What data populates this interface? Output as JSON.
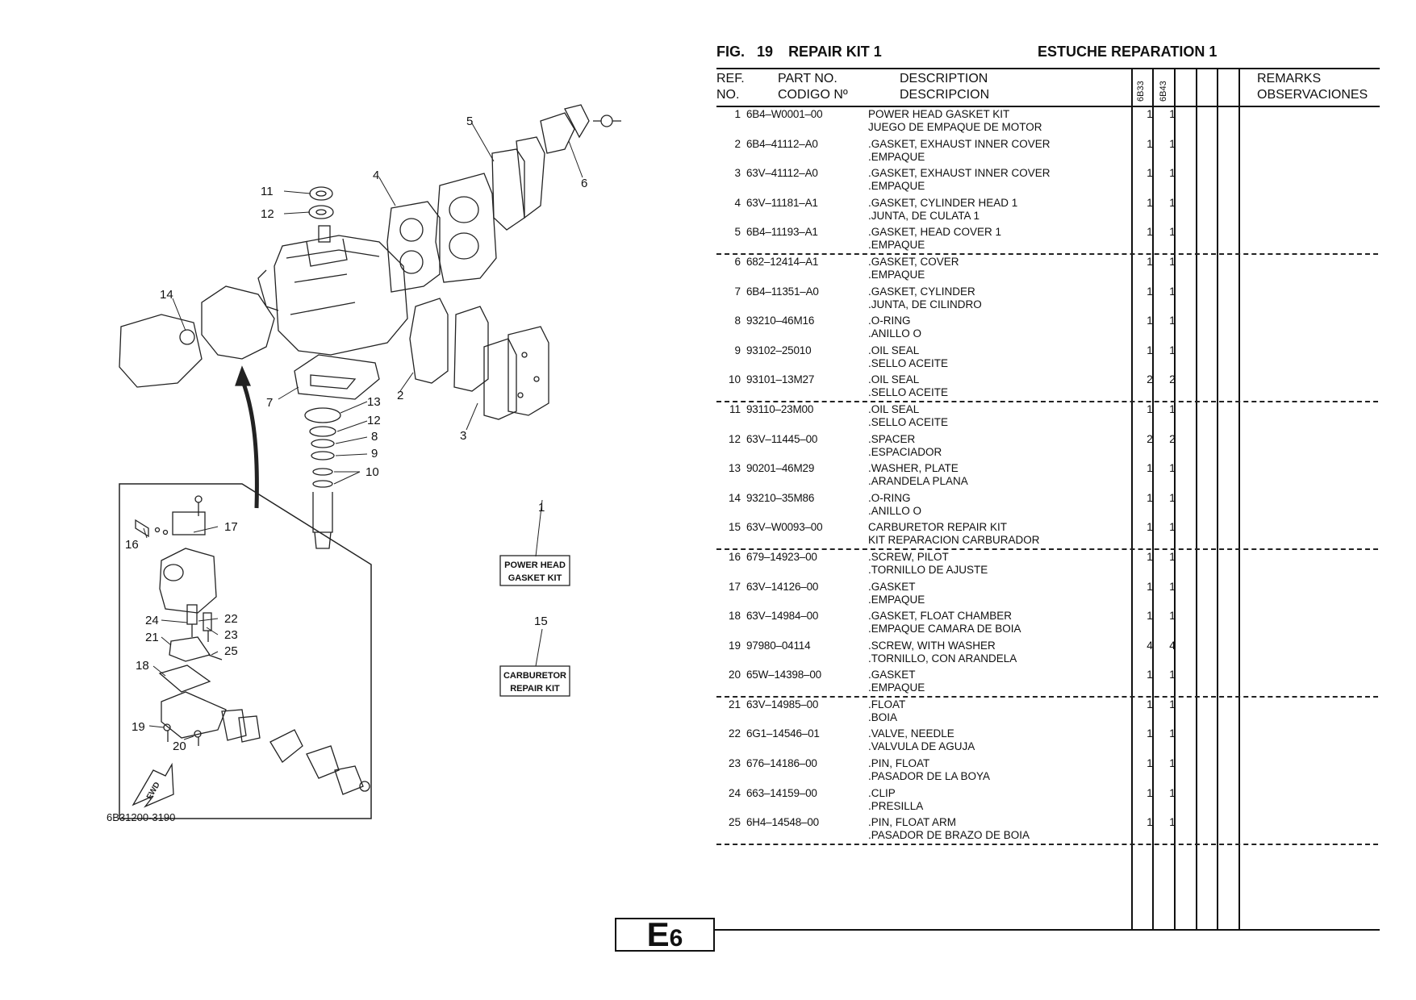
{
  "diagram": {
    "callouts": [
      "1",
      "2",
      "3",
      "4",
      "5",
      "6",
      "7",
      "8",
      "9",
      "10",
      "11",
      "12",
      "13",
      "12",
      "14",
      "15",
      "16",
      "17",
      "18",
      "19",
      "20",
      "21",
      "22",
      "23",
      "24",
      "25",
      "10"
    ],
    "kit_box_1": {
      "line1": "POWER HEAD",
      "line2": "GASKET KIT"
    },
    "kit_box_15": {
      "line1": "CARBURETOR",
      "line2": "REPAIR KIT"
    },
    "fwd_label": "FWD",
    "drawing_code": "6B31200-3190"
  },
  "header": {
    "fig_label": "FIG.",
    "fig_number": "19",
    "title_en": "REPAIR KIT 1",
    "title_es": "ESTUCHE REPARATION 1"
  },
  "columns": {
    "ref_1": "REF.",
    "ref_2": "NO.",
    "part_1": "PART NO.",
    "part_2": "CODIGO Nº",
    "desc_1": "DESCRIPTION",
    "desc_2": "DESCRIPCION",
    "model_1": "6B33",
    "model_2": "6B43",
    "remarks_1": "REMARKS",
    "remarks_2": "OBSERVACIONES"
  },
  "parts": [
    {
      "ref": "1",
      "part_no": "6B4–W0001–00",
      "desc_en": "POWER HEAD GASKET KIT",
      "desc_es": "JUEGO DE EMPAQUE DE MOTOR",
      "q1": "1",
      "q2": "1"
    },
    {
      "ref": "2",
      "part_no": "6B4–41112–A0",
      "desc_en": ".GASKET, EXHAUST INNER COVER",
      "desc_es": ".EMPAQUE",
      "q1": "1",
      "q2": "1"
    },
    {
      "ref": "3",
      "part_no": "63V–41112–A0",
      "desc_en": ".GASKET, EXHAUST INNER COVER",
      "desc_es": ".EMPAQUE",
      "q1": "1",
      "q2": "1"
    },
    {
      "ref": "4",
      "part_no": "63V–11181–A1",
      "desc_en": ".GASKET, CYLINDER HEAD 1",
      "desc_es": ".JUNTA, DE CULATA 1",
      "q1": "1",
      "q2": "1"
    },
    {
      "ref": "5",
      "part_no": "6B4–11193–A1",
      "desc_en": ".GASKET, HEAD COVER 1",
      "desc_es": ".EMPAQUE",
      "q1": "1",
      "q2": "1"
    },
    {
      "ref": "6",
      "part_no": "682–12414–A1",
      "desc_en": ".GASKET, COVER",
      "desc_es": ".EMPAQUE",
      "q1": "1",
      "q2": "1"
    },
    {
      "ref": "7",
      "part_no": "6B4–11351–A0",
      "desc_en": ".GASKET, CYLINDER",
      "desc_es": ".JUNTA, DE CILINDRO",
      "q1": "1",
      "q2": "1"
    },
    {
      "ref": "8",
      "part_no": "93210–46M16",
      "desc_en": ".O-RING",
      "desc_es": ".ANILLO O",
      "q1": "1",
      "q2": "1"
    },
    {
      "ref": "9",
      "part_no": "93102–25010",
      "desc_en": ".OIL SEAL",
      "desc_es": ".SELLO ACEITE",
      "q1": "1",
      "q2": "1"
    },
    {
      "ref": "10",
      "part_no": "93101–13M27",
      "desc_en": ".OIL SEAL",
      "desc_es": ".SELLO ACEITE",
      "q1": "2",
      "q2": "2"
    },
    {
      "ref": "11",
      "part_no": "93110–23M00",
      "desc_en": ".OIL SEAL",
      "desc_es": ".SELLO ACEITE",
      "q1": "1",
      "q2": "1"
    },
    {
      "ref": "12",
      "part_no": "63V–11445–00",
      "desc_en": ".SPACER",
      "desc_es": ".ESPACIADOR",
      "q1": "2",
      "q2": "2"
    },
    {
      "ref": "13",
      "part_no": "90201–46M29",
      "desc_en": ".WASHER, PLATE",
      "desc_es": ".ARANDELA PLANA",
      "q1": "1",
      "q2": "1"
    },
    {
      "ref": "14",
      "part_no": "93210–35M86",
      "desc_en": ".O-RING",
      "desc_es": ".ANILLO O",
      "q1": "1",
      "q2": "1"
    },
    {
      "ref": "15",
      "part_no": "63V–W0093–00",
      "desc_en": "CARBURETOR REPAIR KIT",
      "desc_es": "KIT REPARACION CARBURADOR",
      "q1": "1",
      "q2": "1"
    },
    {
      "ref": "16",
      "part_no": "679–14923–00",
      "desc_en": ".SCREW, PILOT",
      "desc_es": ".TORNILLO DE AJUSTE",
      "q1": "1",
      "q2": "1"
    },
    {
      "ref": "17",
      "part_no": "63V–14126–00",
      "desc_en": ".GASKET",
      "desc_es": ".EMPAQUE",
      "q1": "1",
      "q2": "1"
    },
    {
      "ref": "18",
      "part_no": "63V–14984–00",
      "desc_en": ".GASKET, FLOAT CHAMBER",
      "desc_es": ".EMPAQUE CAMARA DE BOIA",
      "q1": "1",
      "q2": "1"
    },
    {
      "ref": "19",
      "part_no": "97980–04114",
      "desc_en": ".SCREW, WITH WASHER",
      "desc_es": ".TORNILLO, CON ARANDELA",
      "q1": "4",
      "q2": "4"
    },
    {
      "ref": "20",
      "part_no": "65W–14398–00",
      "desc_en": ".GASKET",
      "desc_es": ".EMPAQUE",
      "q1": "1",
      "q2": "1"
    },
    {
      "ref": "21",
      "part_no": "63V–14985–00",
      "desc_en": ".FLOAT",
      "desc_es": ".BOIA",
      "q1": "1",
      "q2": "1"
    },
    {
      "ref": "22",
      "part_no": "6G1–14546–01",
      "desc_en": ".VALVE, NEEDLE",
      "desc_es": ".VALVULA  DE AGUJA",
      "q1": "1",
      "q2": "1"
    },
    {
      "ref": "23",
      "part_no": "676–14186–00",
      "desc_en": ".PIN, FLOAT",
      "desc_es": ".PASADOR DE LA BOYA",
      "q1": "1",
      "q2": "1"
    },
    {
      "ref": "24",
      "part_no": "663–14159–00",
      "desc_en": ".CLIP",
      "desc_es": ".PRESILLA",
      "q1": "1",
      "q2": "1"
    },
    {
      "ref": "25",
      "part_no": "6H4–14548–00",
      "desc_en": ".PIN, FLOAT ARM",
      "desc_es": ".PASADOR DE BRAZO DE BOIA",
      "q1": "1",
      "q2": "1"
    }
  ],
  "page_code": {
    "letter": "E",
    "number": "6"
  }
}
